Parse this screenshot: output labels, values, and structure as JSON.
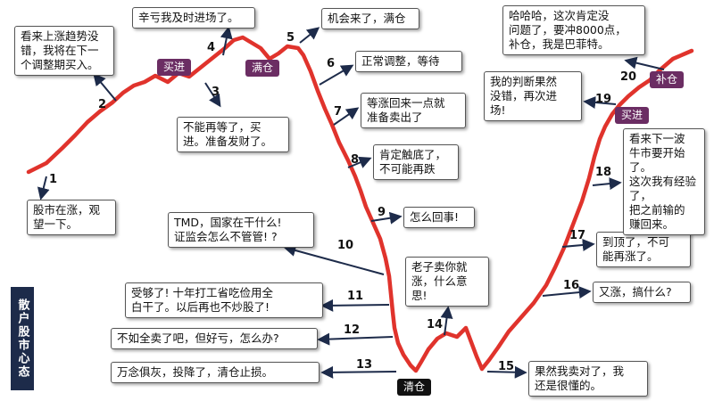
{
  "title": "散户股市心态",
  "colors": {
    "line": "#e0332c",
    "arrow": "#1d2b4a",
    "buy_tag": "#6b2d63",
    "clear_tag": "#111111",
    "title_bg": "#1d2b4a"
  },
  "tags": {
    "buy1": "买进",
    "full": "满仓",
    "buy2": "买进",
    "cover": "补仓",
    "clear": "清仓"
  },
  "steps": [
    {
      "n": "1",
      "text": "股市在涨，观\n望一下。"
    },
    {
      "n": "2",
      "text": "看来上涨趋势没\n错，我将在下一\n个调整期买入。"
    },
    {
      "n": "3",
      "text": "不能再等了，买\n进。准备发财了。"
    },
    {
      "n": "4",
      "text": "辛亏我及时进场了。"
    },
    {
      "n": "5",
      "text": "机会来了，满仓"
    },
    {
      "n": "6",
      "text": "正常调整，等待"
    },
    {
      "n": "7",
      "text": "等涨回来一点就\n准备卖出了"
    },
    {
      "n": "8",
      "text": "肯定触底了，\n不可能再跌"
    },
    {
      "n": "9",
      "text": "怎么回事!"
    },
    {
      "n": "10",
      "text": "TMD，国家在干什么!\n证监会怎么不管管! ?"
    },
    {
      "n": "11",
      "text": "受够了! 十年打工省吃俭用全\n白干了。以后再也不炒股了!"
    },
    {
      "n": "12",
      "text": "不如全卖了吧，但好亏，怎么办?"
    },
    {
      "n": "13",
      "text": "万念俱灰，投降了，清仓止损。"
    },
    {
      "n": "14",
      "text": "老子卖你就\n涨，什么意\n思!"
    },
    {
      "n": "15",
      "text": "果然我卖对了，我\n还是很懂的。"
    },
    {
      "n": "16",
      "text": "又涨，搞什么?"
    },
    {
      "n": "17",
      "text": "到顶了，不可\n能再涨了。"
    },
    {
      "n": "18",
      "text": "看来下一波\n牛市要开始了。\n这次我有经验了，\n把之前输的\n赚回来。"
    },
    {
      "n": "19",
      "text": "我的判断果然\n没错，再次进\n场!"
    },
    {
      "n": "20",
      "text": "哈哈哈，这次肯定没\n问题了，要冲8000点，\n补仓，我是巴菲特。"
    }
  ]
}
